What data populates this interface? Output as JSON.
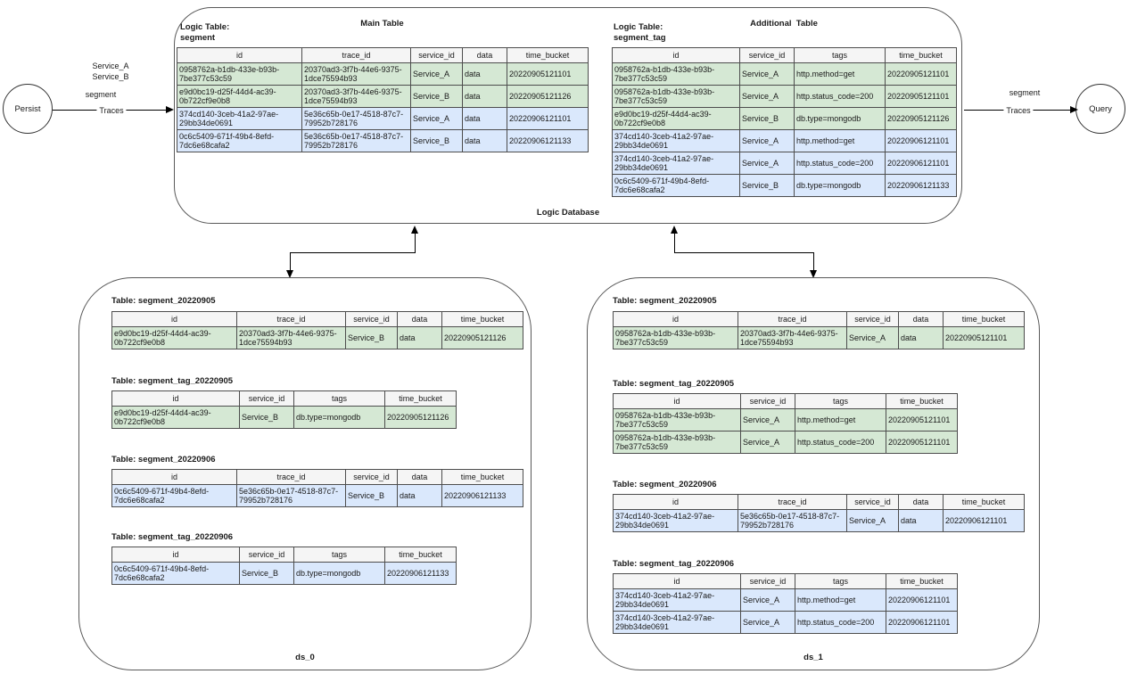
{
  "palette": {
    "green_row": "#d5e8d4",
    "blue_row": "#dae8fc",
    "header_bg": "#f5f5f5",
    "border": "#4d4d4d"
  },
  "nodes": {
    "persist": "Persist",
    "query": "Query"
  },
  "edges": {
    "persist_services_label": "Service_A\nService_B",
    "persist_table_label": "segment",
    "persist_arrow_label": "Traces",
    "query_table_label": "segment",
    "query_arrow_label": "Traces"
  },
  "logic_db": {
    "label": "Logic Database",
    "main_table": {
      "title": "Main Table",
      "logic_label": "Logic Table:\nsegment",
      "columns": [
        "id",
        "trace_id",
        "service_id",
        "data",
        "time_bucket"
      ],
      "rows": [
        {
          "tone": "green",
          "cells": [
            "0958762a-b1db-433e-b93b-7be377c53c59",
            "20370ad3-3f7b-44e6-9375-1dce75594b93",
            "Service_A",
            "data",
            "20220905121101"
          ]
        },
        {
          "tone": "green",
          "cells": [
            "e9d0bc19-d25f-44d4-ac39-0b722cf9e0b8",
            "20370ad3-3f7b-44e6-9375-1dce75594b93",
            "Service_B",
            "data",
            "20220905121126"
          ]
        },
        {
          "tone": "blue",
          "cells": [
            "374cd140-3ceb-41a2-97ae-29bb34de0691",
            "5e36c65b-0e17-4518-87c7-79952b728176",
            "Service_A",
            "data",
            "20220906121101"
          ]
        },
        {
          "tone": "blue",
          "cells": [
            "0c6c5409-671f-49b4-8efd-7dc6e68cafa2",
            "5e36c65b-0e17-4518-87c7-79952b728176",
            "Service_B",
            "data",
            "20220906121133"
          ]
        }
      ]
    },
    "additional_table": {
      "title": "Additional  Table",
      "logic_label": "Logic Table:\nsegment_tag",
      "columns": [
        "id",
        "service_id",
        "tags",
        "time_bucket"
      ],
      "rows": [
        {
          "tone": "green",
          "cells": [
            "0958762a-b1db-433e-b93b-7be377c53c59",
            "Service_A",
            "http.method=get",
            "20220905121101"
          ]
        },
        {
          "tone": "green",
          "cells": [
            "0958762a-b1db-433e-b93b-7be377c53c59",
            "Service_A",
            "http.status_code=200",
            "20220905121101"
          ]
        },
        {
          "tone": "green",
          "cells": [
            "e9d0bc19-d25f-44d4-ac39-0b722cf9e0b8",
            "Service_B",
            "db.type=mongodb",
            "20220905121126"
          ]
        },
        {
          "tone": "blue",
          "cells": [
            "374cd140-3ceb-41a2-97ae-29bb34de0691",
            "Service_A",
            "http.method=get",
            "20220906121101"
          ]
        },
        {
          "tone": "blue",
          "cells": [
            "374cd140-3ceb-41a2-97ae-29bb34de0691",
            "Service_A",
            "http.status_code=200",
            "20220906121101"
          ]
        },
        {
          "tone": "blue",
          "cells": [
            "0c6c5409-671f-49b4-8efd-7dc6e68cafa2",
            "Service_B",
            "db.type=mongodb",
            "20220906121133"
          ]
        }
      ]
    }
  },
  "ds_0": {
    "label": "ds_0",
    "tables": [
      {
        "title": "Table: segment_20220905",
        "columns": [
          "id",
          "trace_id",
          "service_id",
          "data",
          "time_bucket"
        ],
        "rows": [
          {
            "tone": "green",
            "cells": [
              "e9d0bc19-d25f-44d4-ac39-0b722cf9e0b8",
              "20370ad3-3f7b-44e6-9375-1dce75594b93",
              "Service_B",
              "data",
              "20220905121126"
            ]
          }
        ]
      },
      {
        "title": "Table: segment_tag_20220905",
        "columns": [
          "id",
          "service_id",
          "tags",
          "time_bucket"
        ],
        "rows": [
          {
            "tone": "green",
            "cells": [
              "e9d0bc19-d25f-44d4-ac39-0b722cf9e0b8",
              "Service_B",
              "db.type=mongodb",
              "20220905121126"
            ]
          }
        ]
      },
      {
        "title": "Table: segment_20220906",
        "columns": [
          "id",
          "trace_id",
          "service_id",
          "data",
          "time_bucket"
        ],
        "rows": [
          {
            "tone": "blue",
            "cells": [
              "0c6c5409-671f-49b4-8efd-7dc6e68cafa2",
              "5e36c65b-0e17-4518-87c7-79952b728176",
              "Service_B",
              "data",
              "20220906121133"
            ]
          }
        ]
      },
      {
        "title": "Table: segment_tag_20220906",
        "columns": [
          "id",
          "service_id",
          "tags",
          "time_bucket"
        ],
        "rows": [
          {
            "tone": "blue",
            "cells": [
              "0c6c5409-671f-49b4-8efd-7dc6e68cafa2",
              "Service_B",
              "db.type=mongodb",
              "20220906121133"
            ]
          }
        ]
      }
    ]
  },
  "ds_1": {
    "label": "ds_1",
    "tables": [
      {
        "title": "Table: segment_20220905",
        "columns": [
          "id",
          "trace_id",
          "service_id",
          "data",
          "time_bucket"
        ],
        "rows": [
          {
            "tone": "green",
            "cells": [
              "0958762a-b1db-433e-b93b-7be377c53c59",
              "20370ad3-3f7b-44e6-9375-1dce75594b93",
              "Service_A",
              "data",
              "20220905121101"
            ]
          }
        ]
      },
      {
        "title": "Table: segment_tag_20220905",
        "columns": [
          "id",
          "service_id",
          "tags",
          "time_bucket"
        ],
        "rows": [
          {
            "tone": "green",
            "cells": [
              "0958762a-b1db-433e-b93b-7be377c53c59",
              "Service_A",
              "http.method=get",
              "20220905121101"
            ]
          },
          {
            "tone": "green",
            "cells": [
              "0958762a-b1db-433e-b93b-7be377c53c59",
              "Service_A",
              "http.status_code=200",
              "20220905121101"
            ]
          }
        ]
      },
      {
        "title": "Table: segment_20220906",
        "columns": [
          "id",
          "trace_id",
          "service_id",
          "data",
          "time_bucket"
        ],
        "rows": [
          {
            "tone": "blue",
            "cells": [
              "374cd140-3ceb-41a2-97ae-29bb34de0691",
              "5e36c65b-0e17-4518-87c7-79952b728176",
              "Service_A",
              "data",
              "20220906121101"
            ]
          }
        ]
      },
      {
        "title": "Table: segment_tag_20220906",
        "columns": [
          "id",
          "service_id",
          "tags",
          "time_bucket"
        ],
        "rows": [
          {
            "tone": "blue",
            "cells": [
              "374cd140-3ceb-41a2-97ae-29bb34de0691",
              "Service_A",
              "http.method=get",
              "20220906121101"
            ]
          },
          {
            "tone": "blue",
            "cells": [
              "374cd140-3ceb-41a2-97ae-29bb34de0691",
              "Service_A",
              "http.status_code=200",
              "20220906121101"
            ]
          }
        ]
      }
    ]
  }
}
